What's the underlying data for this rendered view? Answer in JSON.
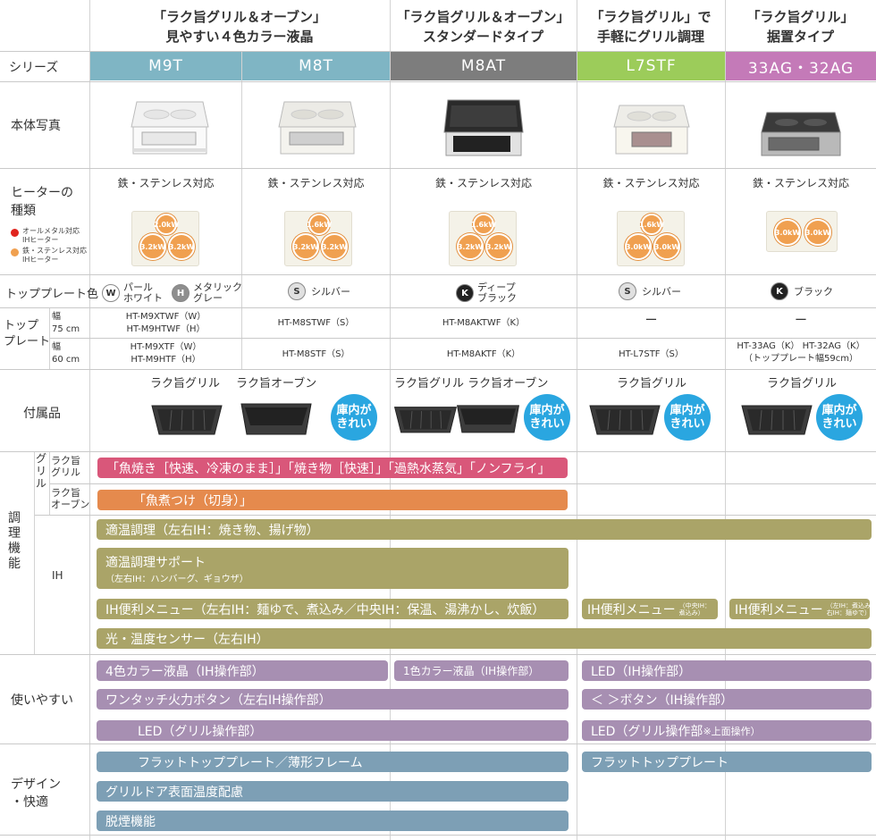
{
  "headers": {
    "m9_m8": [
      "「ラク旨グリル＆オーブン」",
      "見やすい４色カラー液晶"
    ],
    "m8a": [
      "「ラク旨グリル＆オーブン」",
      "スタンダードタイプ"
    ],
    "l7": [
      "「ラク旨グリル」で",
      "手軽にグリル調理"
    ],
    "ag": [
      "「ラク旨グリル」",
      "据置タイプ"
    ]
  },
  "rows": {
    "series": "シリーズ",
    "photo": "本体写真",
    "heater": [
      "ヒーターの",
      "種類"
    ],
    "heater_legend": [
      {
        "color": "#e0241e",
        "label": [
          "オールメタル対応",
          "IHヒーター"
        ]
      },
      {
        "color": "#f0a050",
        "label": [
          "鉄・ステンレス対応",
          "IHヒーター"
        ]
      }
    ],
    "top_color": "トッププレート色",
    "top_plate": [
      "トップ",
      "プレート"
    ],
    "width75": [
      "幅",
      "75 cm"
    ],
    "width60": [
      "幅",
      "60 cm"
    ],
    "accessories": "付属品",
    "cooking": [
      "調",
      "理",
      "機",
      "能"
    ],
    "grill": [
      "グ",
      "リ",
      "ル"
    ],
    "grill_item": [
      "ラク旨",
      "グリル"
    ],
    "oven_item": [
      "ラク旨",
      "オーブン"
    ],
    "ih": "IH",
    "usability": "使いやすい",
    "design": [
      "デザイン",
      "・快適"
    ]
  },
  "series": [
    {
      "name": "M9T",
      "color": "#7fb5c4"
    },
    {
      "name": "M8T",
      "color": "#7fb5c4"
    },
    {
      "name": "M8AT",
      "color": "#7d7d7d"
    },
    {
      "name": "L7STF",
      "color": "#9ccc5a"
    },
    {
      "name": "33AG・32AG",
      "color": "#c47ab8"
    }
  ],
  "heater_text": "鉄・ステンレス対応",
  "heaters": [
    {
      "top": "2.0kW",
      "left": "3.2kW",
      "right": "3.2kW"
    },
    {
      "top": "1.6kW",
      "left": "3.2kW",
      "right": "3.2kW"
    },
    {
      "top": "1.6kW",
      "left": "3.2kW",
      "right": "3.2kW"
    },
    {
      "top": "1.6kW",
      "left": "3.0kW",
      "right": "3.0kW"
    },
    {
      "left": "3.0kW",
      "right": "3.0kW"
    }
  ],
  "colors": {
    "m9_w": {
      "letter": "W",
      "label": [
        "パール",
        "ホワイト"
      ]
    },
    "m9_h": {
      "letter": "H",
      "label": [
        "メタリック",
        "グレー"
      ]
    },
    "m8": {
      "letter": "S",
      "label": "シルバー"
    },
    "m8a": {
      "letter": "K",
      "label": [
        "ディープ",
        "ブラック"
      ]
    },
    "l7": {
      "letter": "S",
      "label": "シルバー"
    },
    "ag": {
      "letter": "K",
      "label": "ブラック"
    }
  },
  "models75": {
    "m9": [
      "HT-M9XTWF（W）",
      "HT-M9HTWF（H）"
    ],
    "m8": "HT-M8STWF（S）",
    "m8a": "HT-M8AKTWF（K）",
    "l7": "ー",
    "ag": "ー"
  },
  "models60": {
    "m9": [
      "HT-M9XTF（W）",
      "HT-M9HTF（H）"
    ],
    "m8": "HT-M8STF（S）",
    "m8a": "HT-M8AKTF（K）",
    "l7": "HT-L7STF（S）",
    "ag": [
      "HT-33AG（K）  HT-32AG（K）",
      "（トッププレート幅59cm）"
    ]
  },
  "accessories": {
    "grill": "ラク旨グリル",
    "oven": "ラク旨オーブン",
    "m8a": "ラク旨グリル ラク旨オーブン",
    "clean": [
      "庫内が",
      "きれい"
    ]
  },
  "features": {
    "grill_modes": "「魚焼き［快速、冷凍のまま］」「焼き物［快速］」「過熱水蒸気」「ノンフライ」",
    "oven_modes": "「魚煮つけ（切身）」",
    "temp_control": "適温調理（左右IH：焼き物、揚げ物）",
    "temp_support": "適温調理サポート",
    "temp_support_sub": "（左右IH：ハンバーグ、ギョウザ）",
    "convenience_menu": "IH便利メニュー（左右IH：麺ゆで、煮込み／中央IH：保温、湯沸かし、炊飯）",
    "convenience_l7": "IH便利メニュー",
    "convenience_l7_sub": [
      "（中央IH：",
      "煮込み）"
    ],
    "convenience_ag": "IH便利メニュー",
    "convenience_ag_sub": [
      "（左IH：煮込み",
      "右IH：麺ゆで）"
    ],
    "sensor": "光・温度センサー（左右IH）",
    "lcd4": "4色カラー液晶（IH操作部）",
    "lcd1": "1色カラー液晶（IH操作部）",
    "led_ih": "LED（IH操作部）",
    "one_touch": "ワンタッチ火力ボタン（左右IH操作部）",
    "arrow_btn": "＜ ＞ボタン（IH操作部）",
    "led_grill": "LED（グリル操作部）",
    "led_grill_l7": "LED（グリル操作部",
    "led_grill_l7_note": "※上面操作）",
    "flat_thin": "フラットトッププレート／薄形フレーム",
    "flat": "フラットトッププレート",
    "door_temp": "グリルドア表面温度配慮",
    "smoke": "脱煙機能"
  }
}
